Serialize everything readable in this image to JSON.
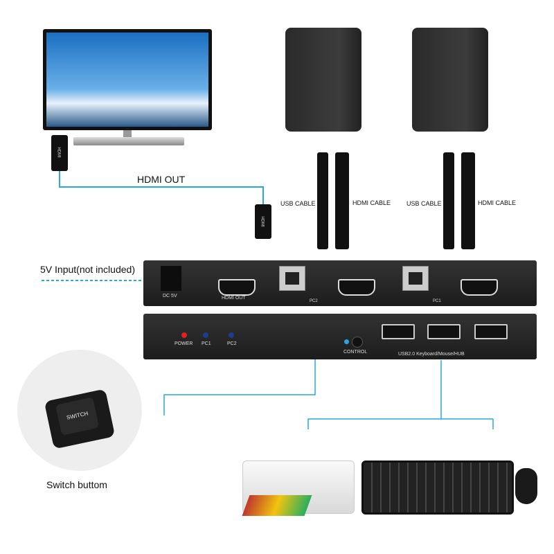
{
  "labels": {
    "hdmi_out_cable": "HDMI OUT",
    "usb_cable_1": "USB CABLE",
    "hdmi_cable_1": "HDMI CABLE",
    "usb_cable_2": "USB CABLE",
    "hdmi_cable_2": "HDMI CABLE",
    "power_input": "5V Input(not included)",
    "switch_caption": "Switch buttom",
    "switch_text": "SWITCH",
    "connector_text": "HDMI"
  },
  "back_panel": {
    "dc": "DC 5V",
    "hdmi_out": "HDMI OUT",
    "pc2": "PC2",
    "pc1": "PC1"
  },
  "front_panel": {
    "power": "POWER",
    "pc1": "PC1",
    "pc2": "PC2",
    "control": "CONTROL",
    "usb_hub": "USB2.0 Keyboard/Mouse/HUB"
  },
  "colors": {
    "accent": "#2aa6de",
    "power_led": "#e22020",
    "pc_led": "#1f3b8f"
  }
}
